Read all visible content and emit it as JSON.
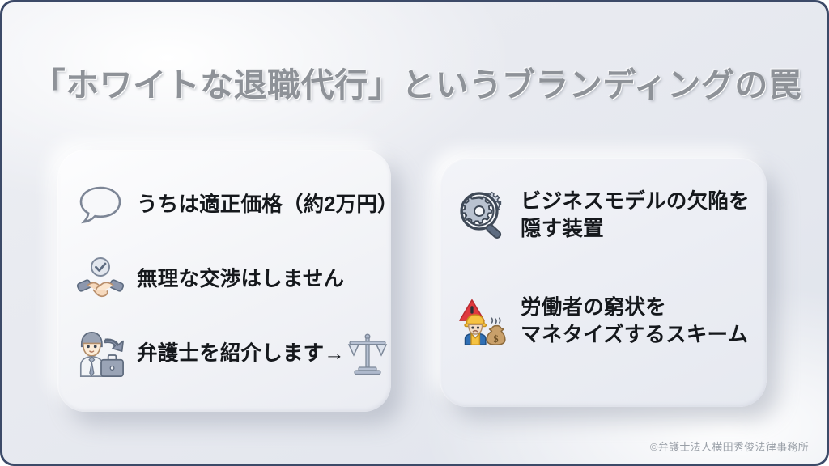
{
  "slide": {
    "title": "「ホワイトな退職代行」というブランディングの罠",
    "footer": "©弁護士法人横田秀俊法律事務所",
    "colors": {
      "border": "#3c4a68",
      "background_start": "#eceef3",
      "background_end": "#dfe3eb",
      "card_face": "#f4f5f8",
      "title_text": "#8e9298",
      "body_text": "#15181c",
      "footer_text": "#9aa0a8",
      "icon_slate": "#8d97ad",
      "icon_warning_red": "#e0393e",
      "icon_helmet_yellow": "#f5c242"
    }
  },
  "left_card": {
    "name": "claims-card",
    "rows": [
      {
        "icon": "speech-bubble-icon",
        "lines": [
          "うちは適正価格（約2万円）"
        ],
        "tail_icon": ""
      },
      {
        "icon": "handshake-check-icon",
        "lines": [
          "無理な交渉はしません"
        ],
        "tail_icon": ""
      },
      {
        "icon": "businessman-briefcase-arrow-icon",
        "lines": [
          "弁護士を紹介します→"
        ],
        "tail_icon": "balance-scales-icon"
      }
    ]
  },
  "right_card": {
    "name": "reality-card",
    "rows": [
      {
        "icon": "magnifier-gears-icon",
        "lines": [
          "ビジネスモデルの欠陥を",
          "隠す装置"
        ],
        "tail_icon": ""
      },
      {
        "icon": "warning-worker-moneybag-icon",
        "lines": [
          "労働者の窮状を",
          "マネタイズするスキーム"
        ],
        "tail_icon": ""
      }
    ]
  }
}
